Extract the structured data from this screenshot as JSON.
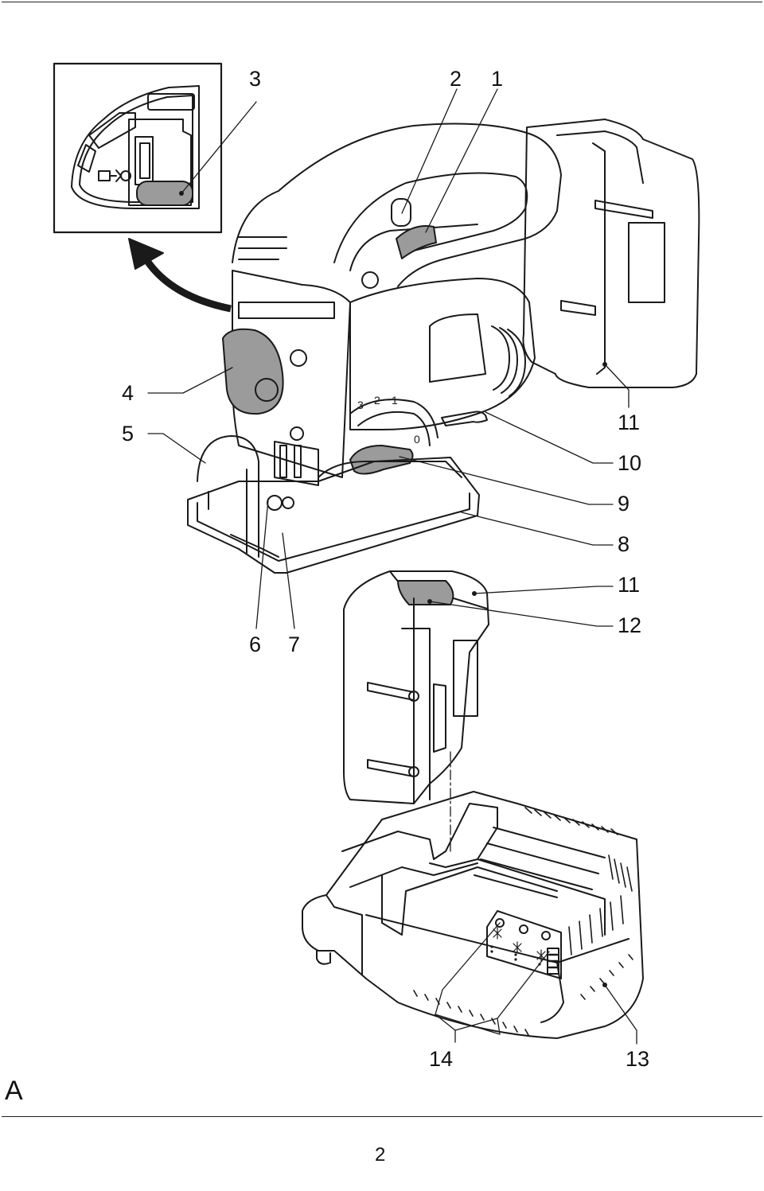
{
  "figure": {
    "figure_letter": "A",
    "page_number": "2",
    "callouts": [
      {
        "id": "c1",
        "text": "1"
      },
      {
        "id": "c2",
        "text": "2"
      },
      {
        "id": "c3",
        "text": "3"
      },
      {
        "id": "c4",
        "text": "4"
      },
      {
        "id": "c5",
        "text": "5"
      },
      {
        "id": "c6",
        "text": "6"
      },
      {
        "id": "c7",
        "text": "7"
      },
      {
        "id": "c8",
        "text": "8"
      },
      {
        "id": "c9",
        "text": "9"
      },
      {
        "id": "c10",
        "text": "10"
      },
      {
        "id": "c11a",
        "text": "11"
      },
      {
        "id": "c11b",
        "text": "11"
      },
      {
        "id": "c12",
        "text": "12"
      },
      {
        "id": "c13",
        "text": "13"
      },
      {
        "id": "c14",
        "text": "14"
      }
    ],
    "dial_marks": [
      "3",
      "2",
      "1",
      "0"
    ]
  },
  "colors": {
    "line": "#1a1a1a",
    "part_fill": "#ffffff",
    "highlight_fill": "#9b9b9b"
  }
}
